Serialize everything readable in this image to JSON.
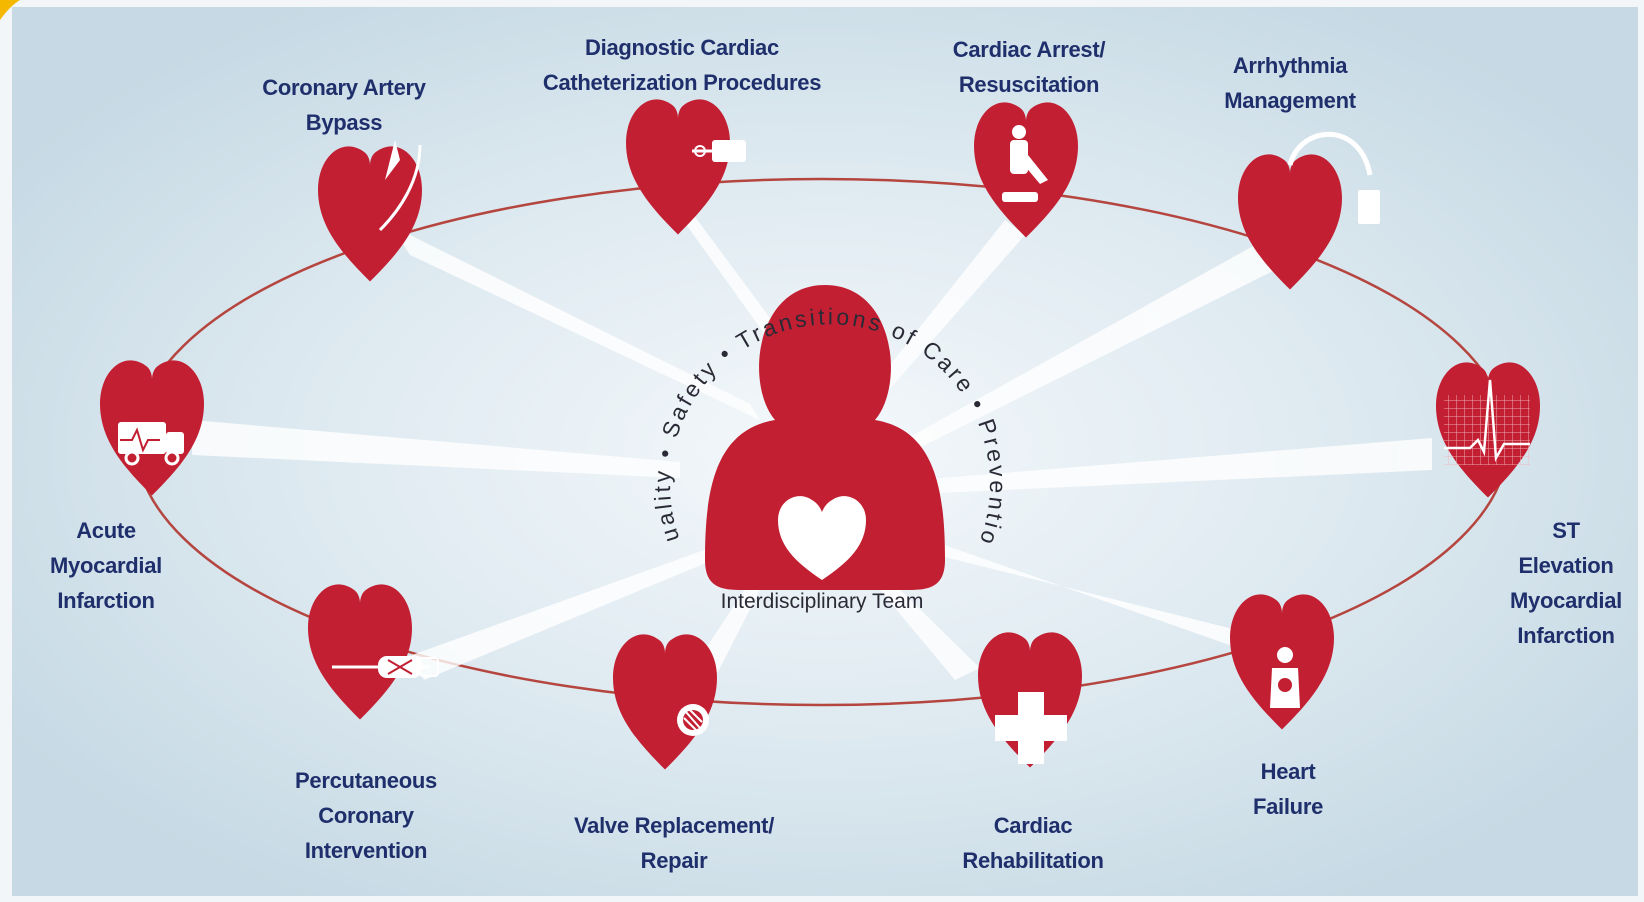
{
  "center": {
    "team_label": "Interdisciplinary Team",
    "arc_text": "Quality • Safety • Transitions of Care • Prevention"
  },
  "nodes": [
    {
      "id": "coronary-artery-bypass",
      "label": "Coronary Artery\nBypass",
      "icon": "scalpel-icon"
    },
    {
      "id": "diagnostic-cardiac-catheterization",
      "label": "Diagnostic Cardiac\nCatheterization Procedures",
      "icon": "catheter-icon"
    },
    {
      "id": "cardiac-arrest-resuscitation",
      "label": "Cardiac Arrest/\nResuscitation",
      "icon": "cpr-icon"
    },
    {
      "id": "arrhythmia-management",
      "label": "Arrhythmia\nManagement",
      "icon": "pacemaker-icon"
    },
    {
      "id": "acute-myocardial-infarction",
      "label": "Acute\nMyocardial\nInfarction",
      "icon": "ambulance-icon"
    },
    {
      "id": "st-elevation-myocardial-infarction",
      "label": "ST Elevation\nMyocardial\nInfarction",
      "icon": "ecg-icon"
    },
    {
      "id": "percutaneous-coronary-intervention",
      "label": "Percutaneous\nCoronary\nIntervention",
      "icon": "stent-icon"
    },
    {
      "id": "valve-replacement-repair",
      "label": "Valve Replacement/\nRepair",
      "icon": "valve-icon"
    },
    {
      "id": "cardiac-rehabilitation",
      "label": "Cardiac\nRehabilitation",
      "icon": "medical-cross-icon"
    },
    {
      "id": "heart-failure",
      "label": "Heart\nFailure",
      "icon": "patient-icon"
    }
  ],
  "colors": {
    "heart": "#c31f32",
    "ring": "#b5453f",
    "label_text": "#1f2f6b",
    "background": "#c9dbe5"
  }
}
